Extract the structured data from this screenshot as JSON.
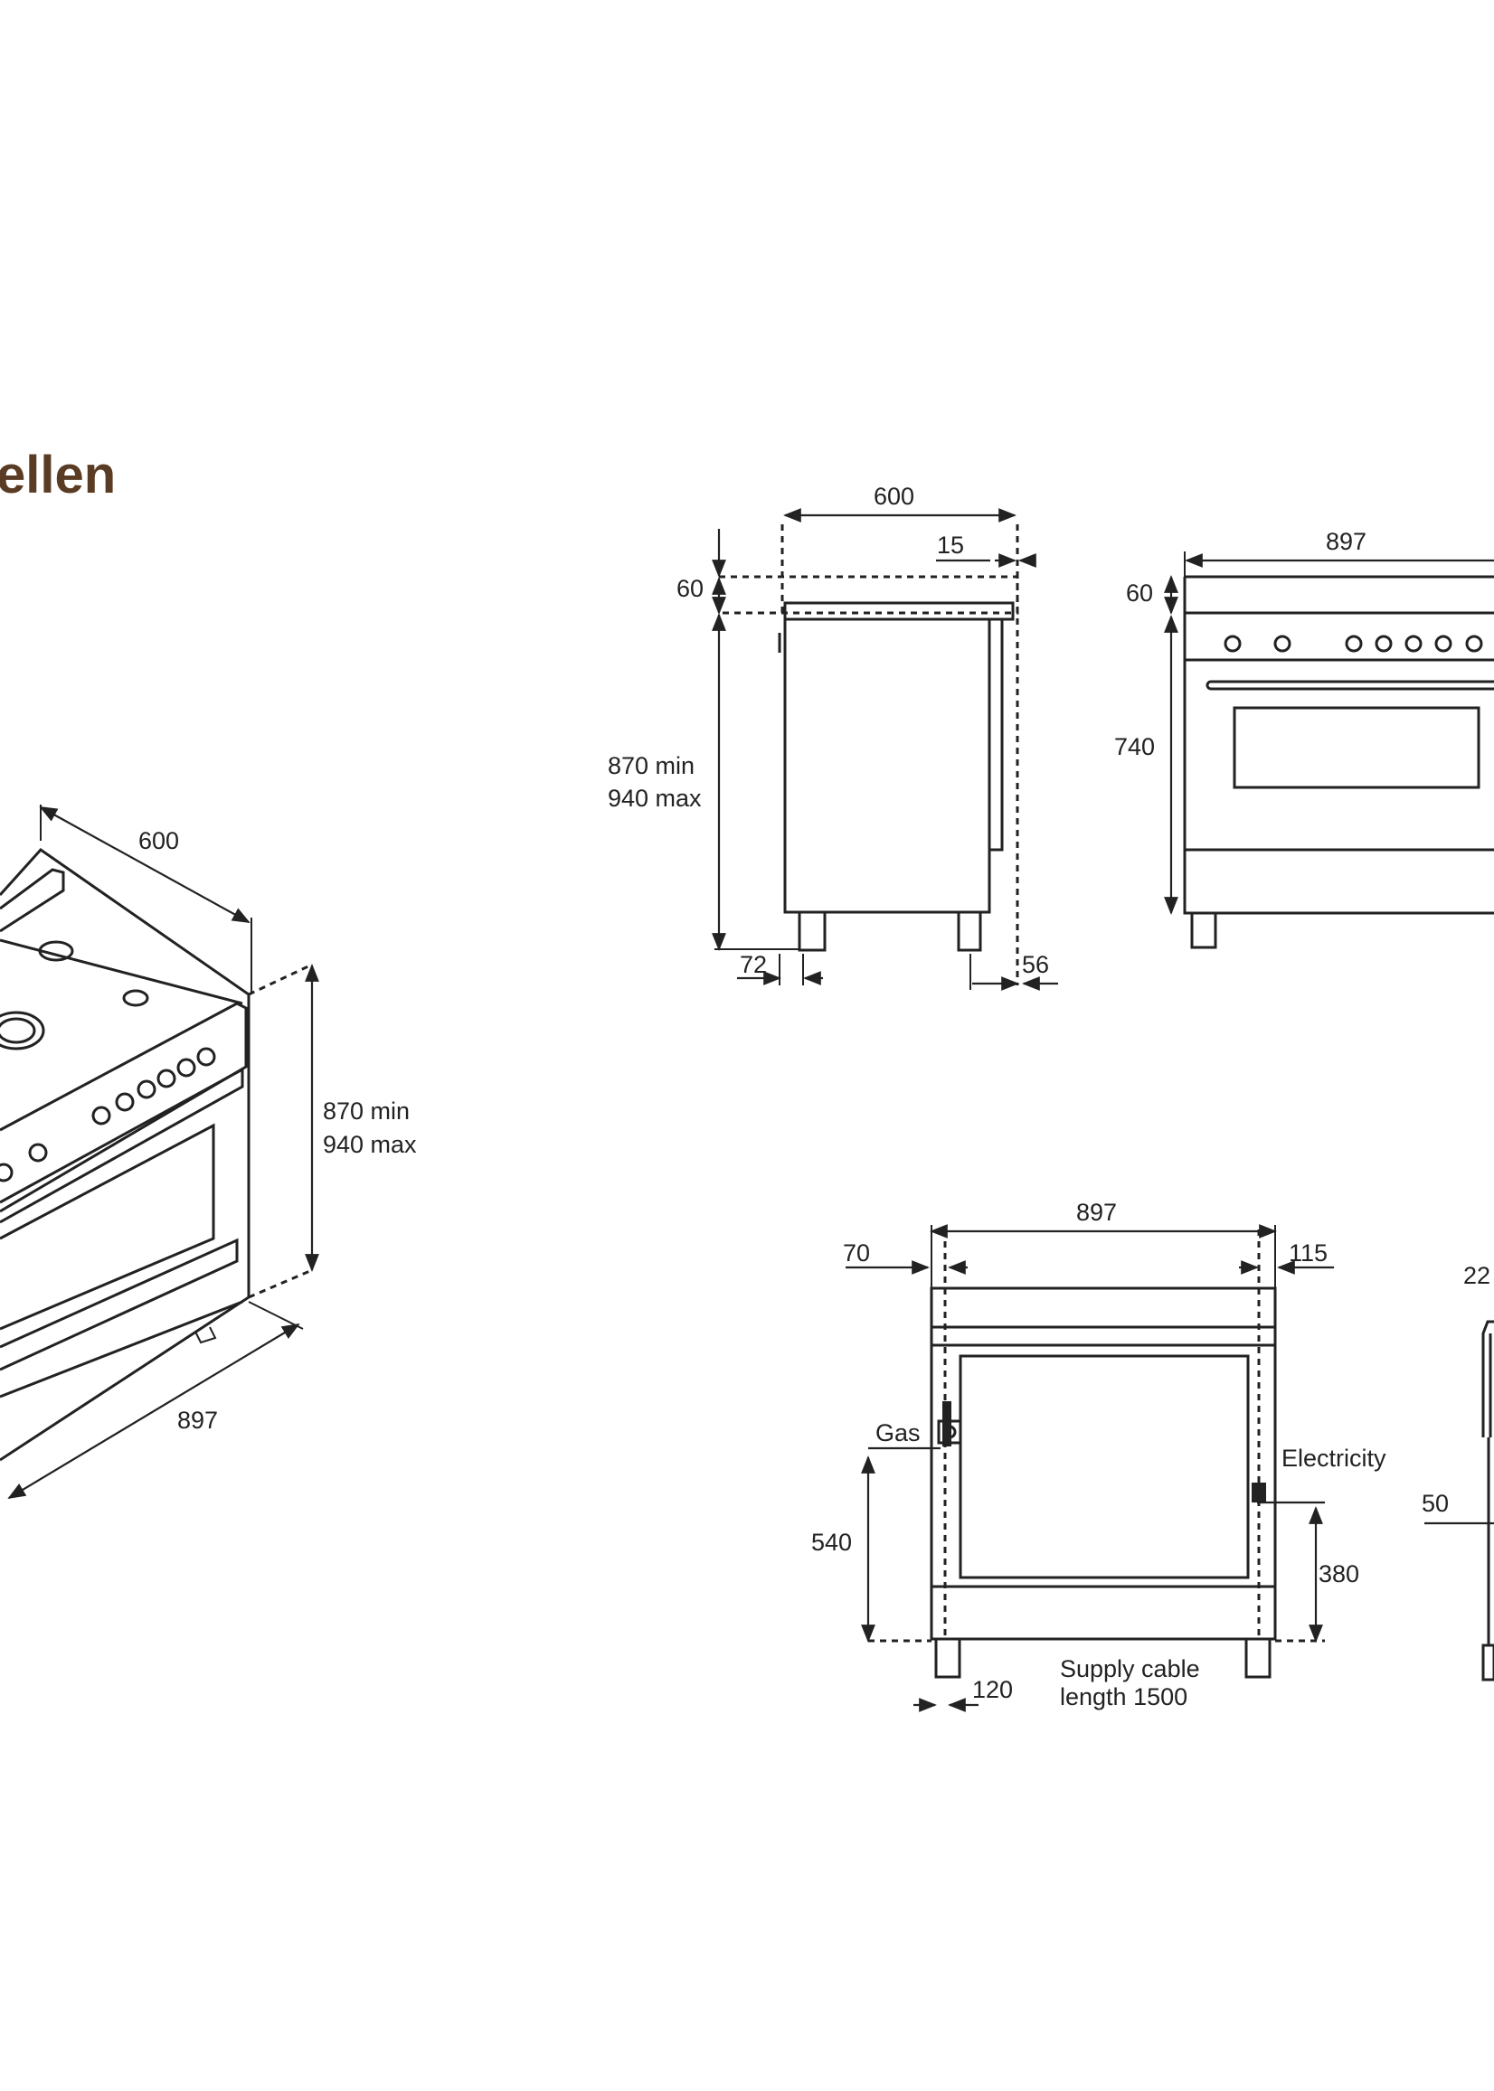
{
  "page_title_fragment": "ellen",
  "colors": {
    "title": "#5a3b24",
    "line": "#222222",
    "background": "#ffffff"
  },
  "iso_view": {
    "depth": "600",
    "width": "897",
    "height_min": "870 min",
    "height_max": "940 max"
  },
  "side_view": {
    "depth": "600",
    "back_offset": "15",
    "upstand": "60",
    "height_min": "870 min",
    "height_max": "940 max",
    "foot_front": "72",
    "foot_back": "56"
  },
  "front_view": {
    "width": "897",
    "upstand": "60",
    "body_height": "740"
  },
  "rear_view": {
    "width": "897",
    "left_offset": "70",
    "right_offset": "115",
    "gas_label": "Gas",
    "electricity_label": "Electricity",
    "gas_height": "540",
    "electricity_height": "380",
    "foot_offset": "120",
    "supply_cable_line1": "Supply cable",
    "supply_cable_line2": "length 1500"
  },
  "right_partial_view": {
    "top_label": "22",
    "side_label": "50"
  }
}
